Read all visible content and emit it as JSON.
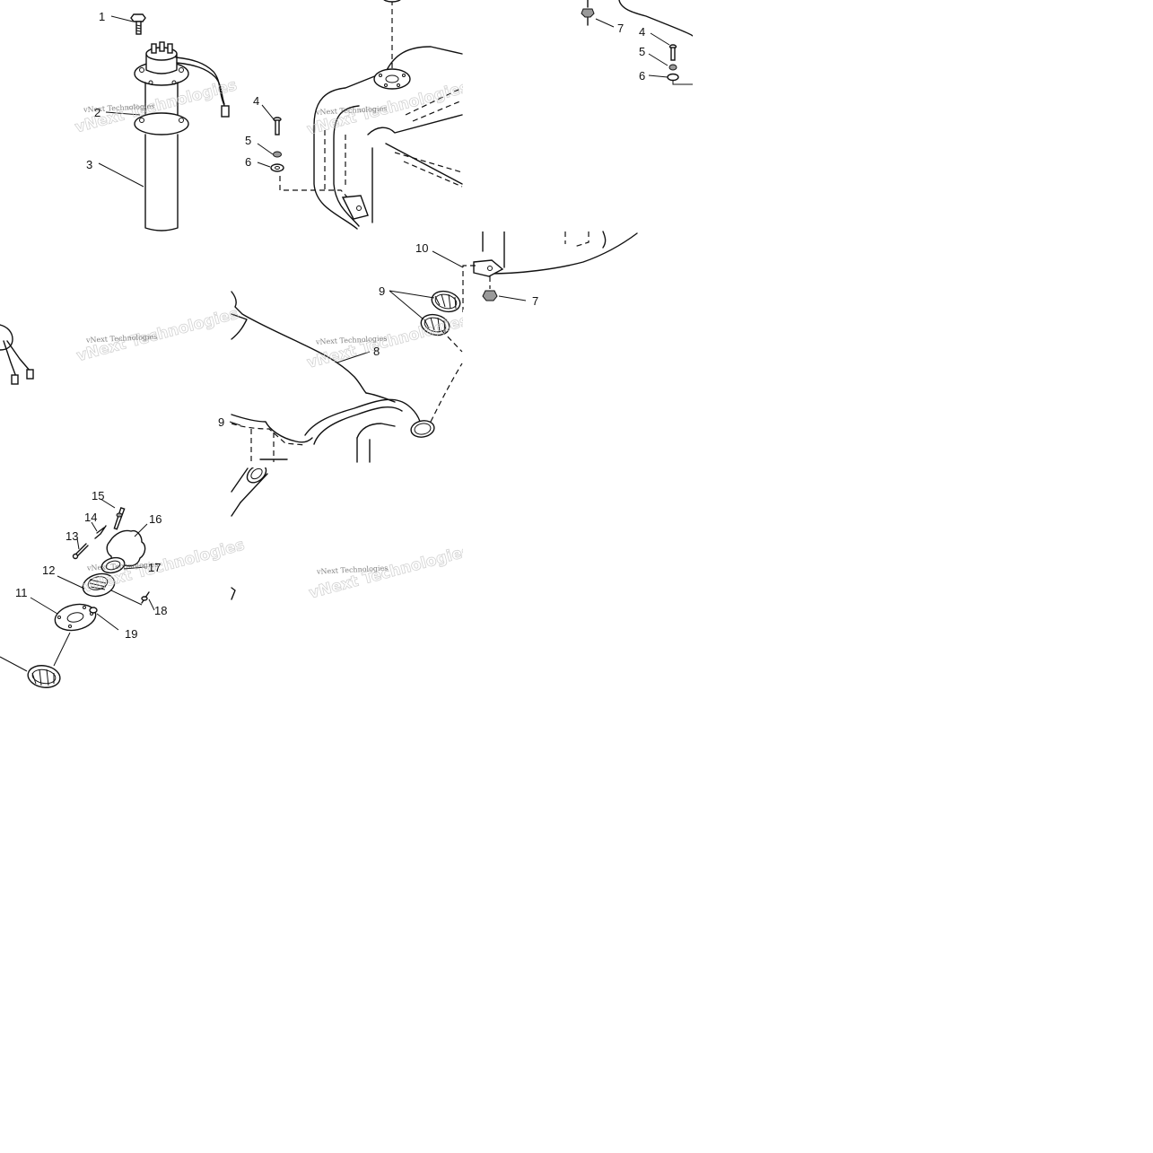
{
  "callouts": [
    {
      "id": "c1",
      "text": "1"
    },
    {
      "id": "c2",
      "text": "2"
    },
    {
      "id": "c3",
      "text": "3"
    },
    {
      "id": "c4a",
      "text": "4"
    },
    {
      "id": "c5a",
      "text": "5"
    },
    {
      "id": "c6a",
      "text": "6"
    },
    {
      "id": "c7a",
      "text": "7"
    },
    {
      "id": "c4b",
      "text": "4"
    },
    {
      "id": "c5b",
      "text": "5"
    },
    {
      "id": "c6b",
      "text": "6"
    },
    {
      "id": "c10",
      "text": "10"
    },
    {
      "id": "c9a",
      "text": "9"
    },
    {
      "id": "c7b",
      "text": "7"
    },
    {
      "id": "c8",
      "text": "8"
    },
    {
      "id": "c9b",
      "text": "9"
    },
    {
      "id": "c15",
      "text": "15"
    },
    {
      "id": "c14",
      "text": "14"
    },
    {
      "id": "c16",
      "text": "16"
    },
    {
      "id": "c13",
      "text": "13"
    },
    {
      "id": "c12",
      "text": "12"
    },
    {
      "id": "c17",
      "text": "17"
    },
    {
      "id": "c11",
      "text": "11"
    },
    {
      "id": "c18",
      "text": "18"
    },
    {
      "id": "c19",
      "text": "19"
    }
  ],
  "watermark": {
    "text": "vNext Technologies"
  }
}
